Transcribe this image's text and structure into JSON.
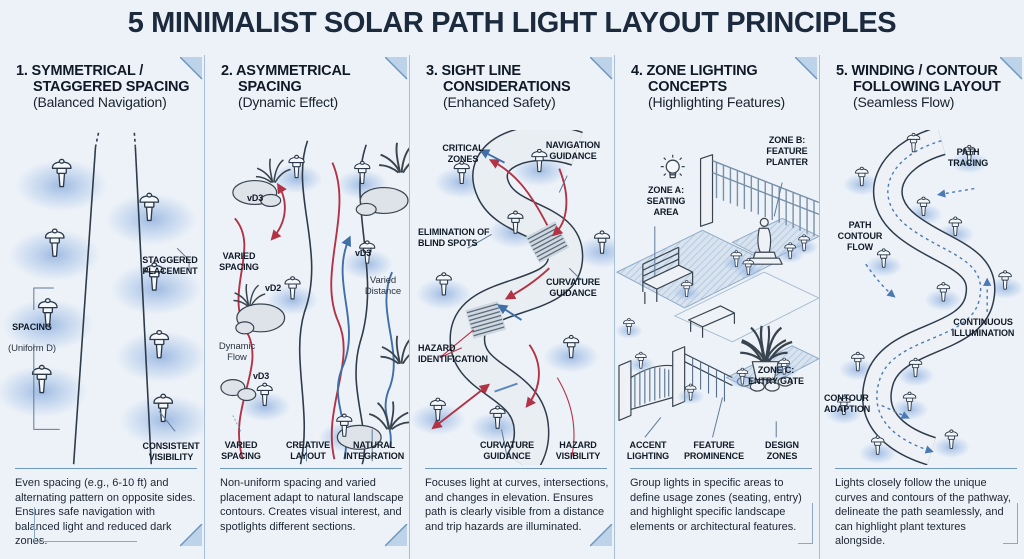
{
  "title": "5 MINIMALIST SOLAR PATH LIGHT LAYOUT PRINCIPLES",
  "colors": {
    "background": "#edf2f8",
    "title_ink": "#1b2a3c",
    "heading_ink": "#0f1a26",
    "body_ink": "#1c2633",
    "divider_blue": "#a6c0d9",
    "rule_blue": "#6f98bd",
    "fold_fill": "#bdd3ea",
    "fold_edge": "#6d96bc",
    "glow_blue": "#7fa3d8",
    "arrow_red": "#b23346",
    "arrow_blue": "#3f6fa8",
    "trace_blue": "#4a7ab5",
    "line_ink": "#2e3b4a"
  },
  "icons": [
    "path-light-icon",
    "lightbulb-icon",
    "corner-fold-icon",
    "grass-tuft-icon"
  ],
  "panels": [
    {
      "heading1": "1. SYMMETRICAL /",
      "heading2": "STAGGERED SPACING",
      "subtitle": "(Balanced Navigation)",
      "labels": {
        "spacing": "SPACING",
        "spacing_sub": "(Uniform D)",
        "staggered": "STAGGERED\nPLACEMENT",
        "consistent": "CONSISTENT\nVISIBILITY"
      },
      "description": "Even spacing (e.g., 6-10 ft) and alternating pattern on opposite sides. Ensures safe navigation with balanced light and reduced dark zones."
    },
    {
      "heading1": "2. ASYMMETRICAL",
      "heading2": "SPACING",
      "subtitle": "(Dynamic Effect)",
      "labels": {
        "vd3_top": "vD3",
        "varied_spacing_mid": "VARIED\nSPACING",
        "vd2": "vD2",
        "vd3_right": "vD3",
        "varied_distance": "Varied\nDistance",
        "dynamic_flow": "Dynamic\nFlow",
        "vd3_low": "vD3",
        "varied_spacing": "VARIED\nSPACING",
        "creative_layout": "CREATIVE\nLAYOUT",
        "natural_integration": "NATURAL\nINTEGRATION"
      },
      "description": "Non-uniform spacing and varied placement adapt to natural landscape contours. Creates visual interest, and spotlights different sections."
    },
    {
      "heading1": "3. SIGHT LINE",
      "heading2": "CONSIDERATIONS",
      "subtitle": "(Enhanced Safety)",
      "labels": {
        "critical_zones": "CRITICAL\nZONES",
        "navigation_guidance": "NAVIGATION\nGUIDANCE",
        "elimination_blind_spots": "ELIMINATION OF\nBLIND SPOTS",
        "curvature_guidance_upper": "CURVATURE\nGUIDANCE",
        "hazard_identification": "HAZARD\nIDENTIFICATION",
        "curvature_guidance_lower": "CURVATURE\nGUIDANCE",
        "hazard_visibility": "HAZARD\nVISIBILITY"
      },
      "description": "Focuses light at curves, intersections, and changes in elevation. Ensures path is clearly visible from a distance and trip hazards are illuminated."
    },
    {
      "heading1": "4. ZONE LIGHTING",
      "heading2": "CONCEPTS",
      "subtitle": "(Highlighting Features)",
      "labels": {
        "zone_a": "ZONE A:\nSEATING\nAREA",
        "zone_b": "ZONE B:\nFEATURE\nPLANTER",
        "zone_c": "ZONE C:\nENTRY GATE",
        "accent_lighting": "ACCENT\nLIGHTING",
        "feature_prominence": "FEATURE\nPROMINENCE",
        "design_zones": "DESIGN\nZONES"
      },
      "description": "Group lights in specific areas to define usage zones (seating, entry) and highlight specific landscape elements or architectural features."
    },
    {
      "heading1": "5. WINDING / CONTOUR",
      "heading2": "FOLLOWING LAYOUT",
      "subtitle": "(Seamless Flow)",
      "labels": {
        "path_tracing": "PATH\nTRACING",
        "path_contour_flow": "PATH\nCONTOUR\nFLOW",
        "continuous_illumination": "CONTINUOUS\nILLUMINATION",
        "contour_adaption": "CONTOUR\nADAPTION"
      },
      "description": "Lights closely follow the unique curves and contours of the pathway, delineate the path seamlessly, and can highlight plant textures alongside."
    }
  ]
}
